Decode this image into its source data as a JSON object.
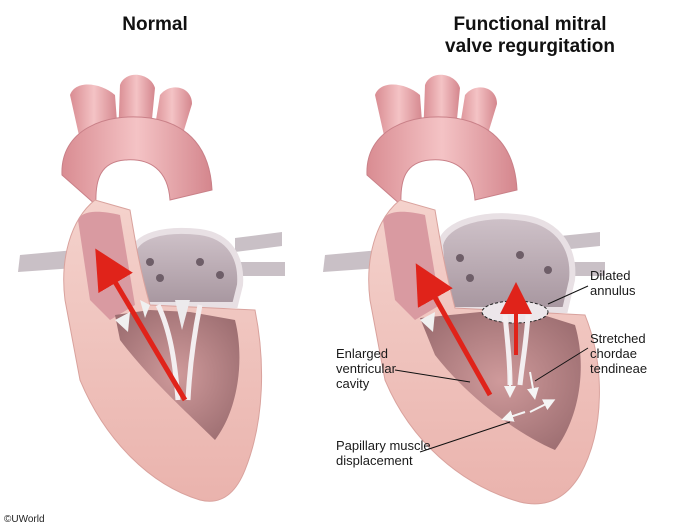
{
  "titles": {
    "normal": "Normal",
    "fmr": "Functional mitral\nvalve regurgitation"
  },
  "labels": {
    "dilated_annulus": "Dilated\nannulus",
    "stretched_chordae": "Stretched\nchordae\ntendineae",
    "enlarged_cavity": "Enlarged\nventricular\ncavity",
    "papillary_displacement": "Papillary muscle\ndisplacement"
  },
  "copyright": "©UWorld",
  "colors": {
    "myocardium": "#f2c9c4",
    "aorta": "#e9a9ad",
    "atrium": "#d9cfd4",
    "cavity": "#b98a8c",
    "arrow": "#e0231a",
    "white_arrow": "#f5f5f5"
  }
}
